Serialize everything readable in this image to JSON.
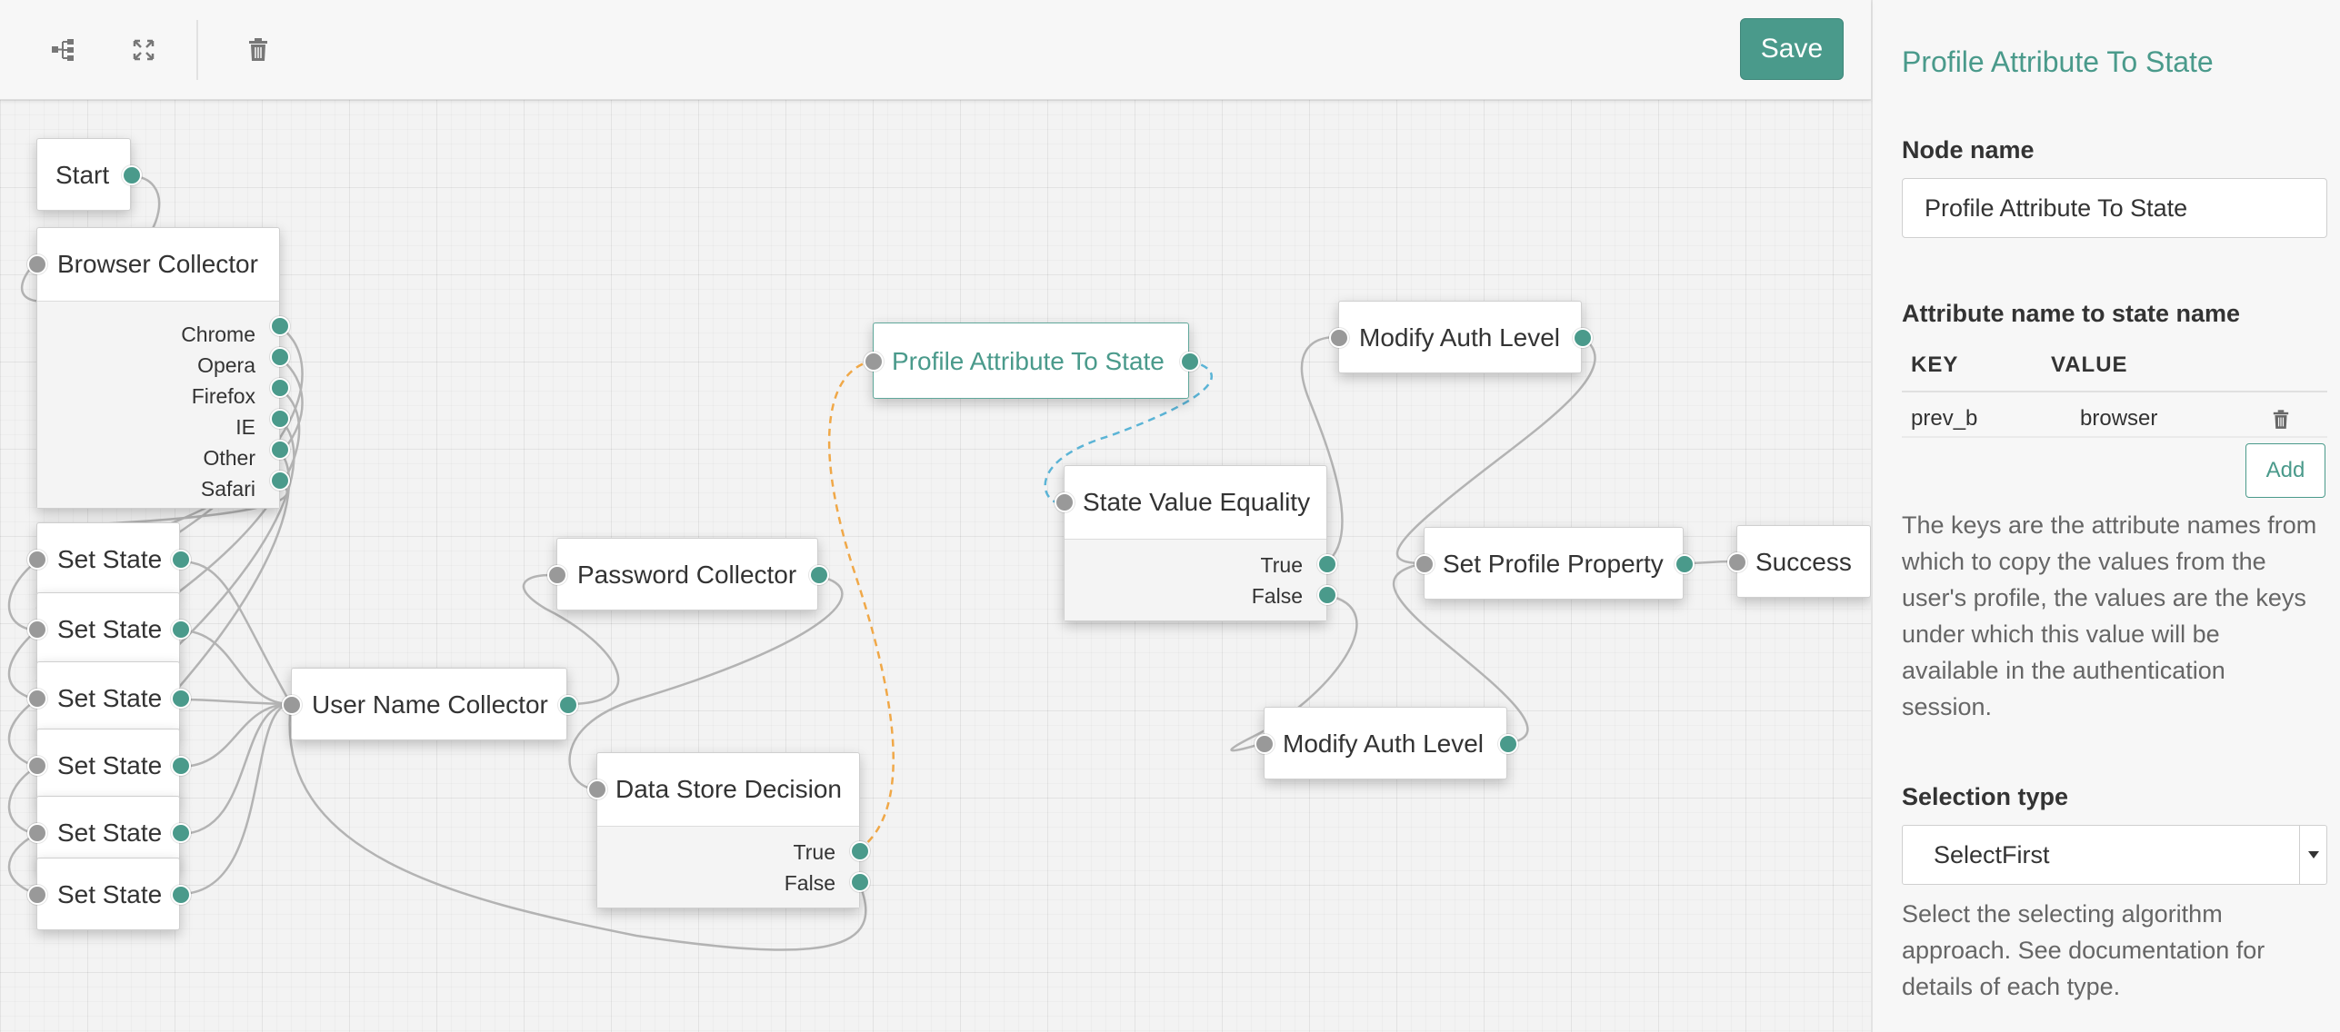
{
  "toolbar": {
    "icons": [
      "tree-layout-icon",
      "fullscreen-icon",
      "trash-icon"
    ],
    "save_label": "Save"
  },
  "nodes": {
    "start": "Start",
    "browser_collector": "Browser Collector",
    "browser_outcomes": [
      "Chrome",
      "Opera",
      "Firefox",
      "IE",
      "Other",
      "Safari"
    ],
    "set_state": [
      "Set State",
      "Set State",
      "Set State",
      "Set State",
      "Set State",
      "Set State"
    ],
    "user_name_collector": "User Name Collector",
    "password_collector": "Password Collector",
    "data_store_decision": "Data Store Decision",
    "data_store_outcomes": [
      "True",
      "False"
    ],
    "profile_attribute_to_state": "Profile Attribute To State",
    "state_value_equality": "State Value Equality",
    "state_value_outcomes": [
      "True",
      "False"
    ],
    "modify_auth_level_1": "Modify Auth Level",
    "modify_auth_level_2": "Modify Auth Level",
    "set_profile_property": "Set Profile Property",
    "success": "Success"
  },
  "panel": {
    "title": "Profile Attribute To State",
    "node_name_label": "Node name",
    "node_name_value": "Profile Attribute To State",
    "mapping_label": "Attribute name to state name",
    "key_header": "KEY",
    "value_header": "VALUE",
    "mapping_rows": [
      {
        "key": "prev_b",
        "value": "browser"
      }
    ],
    "add_label": "Add",
    "mapping_help": "The keys are the attribute names from which to copy the values from the user's profile, the values are the keys under which this value will be available in the authentication session.",
    "selection_label": "Selection type",
    "selection_value": "SelectFirst",
    "selection_help": "Select the selecting algorithm approach. See documentation for details of each type."
  },
  "colors": {
    "accent": "#4a9a8b",
    "input_port": "#999999",
    "wire": "#b3b3b3",
    "wire_true": "#f0a848",
    "wire_selected": "#5bb4d6"
  }
}
